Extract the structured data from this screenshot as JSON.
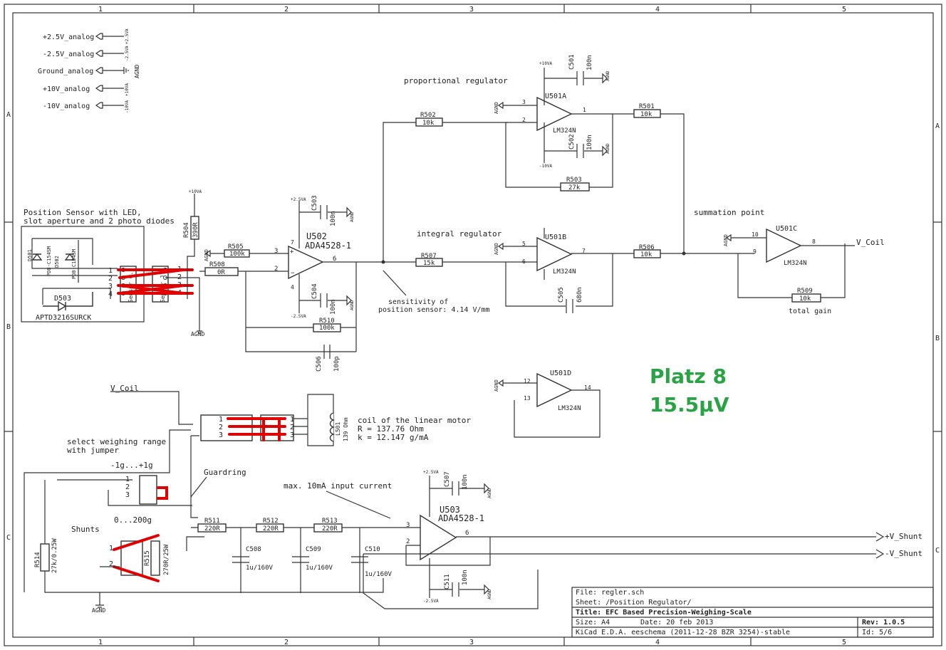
{
  "border": {
    "top_numbers": [
      "1",
      "2",
      "3",
      "4",
      "5"
    ],
    "side_letters": [
      "A",
      "B",
      "C"
    ]
  },
  "power_ports": [
    {
      "label": "+2.5V_analog",
      "symbol": "+2.5VA"
    },
    {
      "label": "-2.5V_analog",
      "symbol": "-2.5VA"
    },
    {
      "label": "Ground_analog",
      "symbol": "AGND"
    },
    {
      "label": "+10V_analog",
      "symbol": "+10VA"
    },
    {
      "label": "-10V_analog",
      "symbol": "-10VA"
    }
  ],
  "position_sensor": {
    "title_line1": "Position Sensor with LED,",
    "title_line2": "slot aperture and 2 photo diodes",
    "d501": "D501",
    "d502": "D502",
    "pd_label": "PD8-C154SM",
    "d503": "D503",
    "led_part": "APTD3216SURCK",
    "j_left": "Sensor C.",
    "j_right": "Sensor J.",
    "pins": [
      "1",
      "2",
      "3",
      "4"
    ]
  },
  "components": {
    "r504": {
      "ref": "R504",
      "val": "390R"
    },
    "r505": {
      "ref": "R505",
      "val": "100k"
    },
    "r508": {
      "ref": "R508",
      "val": "0R"
    },
    "r510": {
      "ref": "R510",
      "val": "100k"
    },
    "r502": {
      "ref": "R502",
      "val": "10k"
    },
    "r503": {
      "ref": "R503",
      "val": "27k"
    },
    "r501": {
      "ref": "R501",
      "val": "10k"
    },
    "r507": {
      "ref": "R507",
      "val": "15k"
    },
    "r506": {
      "ref": "R506",
      "val": "10k"
    },
    "r509": {
      "ref": "R509",
      "val": "10k"
    },
    "r511": {
      "ref": "R511",
      "val": "220R"
    },
    "r512": {
      "ref": "R512",
      "val": "220R"
    },
    "r513": {
      "ref": "R513",
      "val": "220R"
    },
    "r514": {
      "ref": "R514",
      "val": "27k/0.25W"
    },
    "r515": {
      "ref": "R515",
      "val": "270R/25W"
    },
    "c501": {
      "ref": "C501",
      "val": "100n"
    },
    "c502": {
      "ref": "C502",
      "val": "100n"
    },
    "c503": {
      "ref": "C503",
      "val": "100n"
    },
    "c504": {
      "ref": "C504",
      "val": "100n"
    },
    "c505": {
      "ref": "C505",
      "val": "680n"
    },
    "c506": {
      "ref": "C506",
      "val": "100p"
    },
    "c507": {
      "ref": "C507",
      "val": "100n"
    },
    "c508": {
      "ref": "C508",
      "val": "1u/160V"
    },
    "c509": {
      "ref": "C509",
      "val": "1u/160V"
    },
    "c510": {
      "ref": "C510",
      "val": "1u/160V"
    },
    "c511": {
      "ref": "C511",
      "val": "100n"
    },
    "l501": {
      "ref": "L501",
      "val": "139 Ohm"
    }
  },
  "opamps": {
    "u502": {
      "ref": "U502",
      "part": "ADA4528-1"
    },
    "u503": {
      "ref": "U503",
      "part": "ADA4528-1"
    },
    "u501a": {
      "ref": "U501A",
      "part": "LM324N"
    },
    "u501b": {
      "ref": "U501B",
      "part": "LM324N"
    },
    "u501c": {
      "ref": "U501C",
      "part": "LM324N"
    },
    "u501d": {
      "ref": "U501D",
      "part": "LM324N"
    }
  },
  "annotations": {
    "proportional": "proportional regulator",
    "integral": "integral regulator",
    "summation": "summation point",
    "total_gain": "total gain",
    "sensitivity_1": "sensitivity of",
    "sensitivity_2": "position sensor: 4.14 V/mm",
    "coil_1": "coil of the linear motor",
    "coil_2": "R = 137.76 Ohm",
    "coil_3": "k = 12.147 g/mA",
    "range_1": "select weighing range",
    "range_2": "with jumper",
    "range_3": "-1g...+1g",
    "range_4": "0...200g",
    "guardring": "Guardring",
    "max_current": "max. 10mA input current",
    "shunts": "Shunts"
  },
  "nets": {
    "v_coil": "V_Coil",
    "v_shunt_pos": "+V_Shunt",
    "v_shunt_neg": "-V_Shunt",
    "agnd": "AGND",
    "p10": "+10VA",
    "m10": "-10VA",
    "p25": "+2.5VA",
    "m25": "-2.5VA"
  },
  "highlight": {
    "line1": "Platz 8",
    "line2": "15.5µV",
    "color": "#2aa344"
  },
  "title_block": {
    "file": "File: regler.sch",
    "sheet": "Sheet: /Position Regulator/",
    "title": "Title: EFC Based Precision-Weighing-Scale",
    "size": "Size: A4",
    "date": "Date: 20 feb 2013",
    "rev": "Rev: 1.0.5",
    "kicad": "KiCad E.D.A.  eeschema (2011-12-28 BZR 3254)-stable",
    "id": "Id: 5/6"
  }
}
